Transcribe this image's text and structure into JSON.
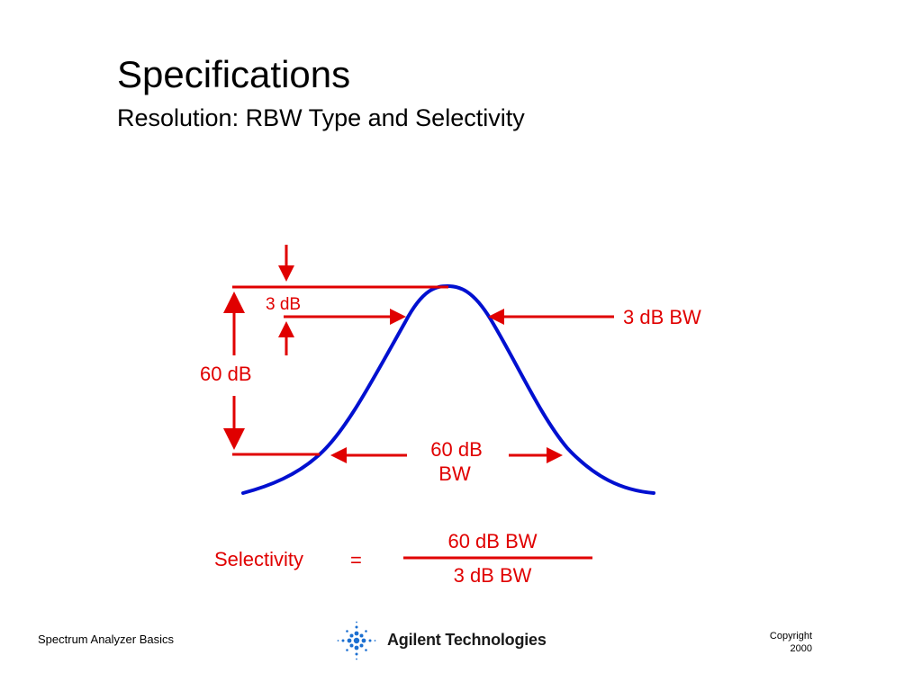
{
  "slide": {
    "title": "Specifications",
    "subtitle": "Resolution: RBW Type and Selectivity"
  },
  "diagram": {
    "label_3db": "3 dB",
    "label_3db_bw": "3 dB BW",
    "label_60db": "60 dB",
    "label_60db_bw_line1": "60 dB",
    "label_60db_bw_line2": "BW",
    "colors": {
      "annotation": "#e00000",
      "curve": "#0010d0"
    }
  },
  "formula": {
    "lhs": "Selectivity",
    "equals": "=",
    "numerator": "60 dB BW",
    "denominator": "3 dB BW"
  },
  "footer": {
    "left": "Spectrum Analyzer Basics",
    "brand": "Agilent Technologies",
    "copyright_line1": "Copyright",
    "copyright_line2": "2000"
  }
}
